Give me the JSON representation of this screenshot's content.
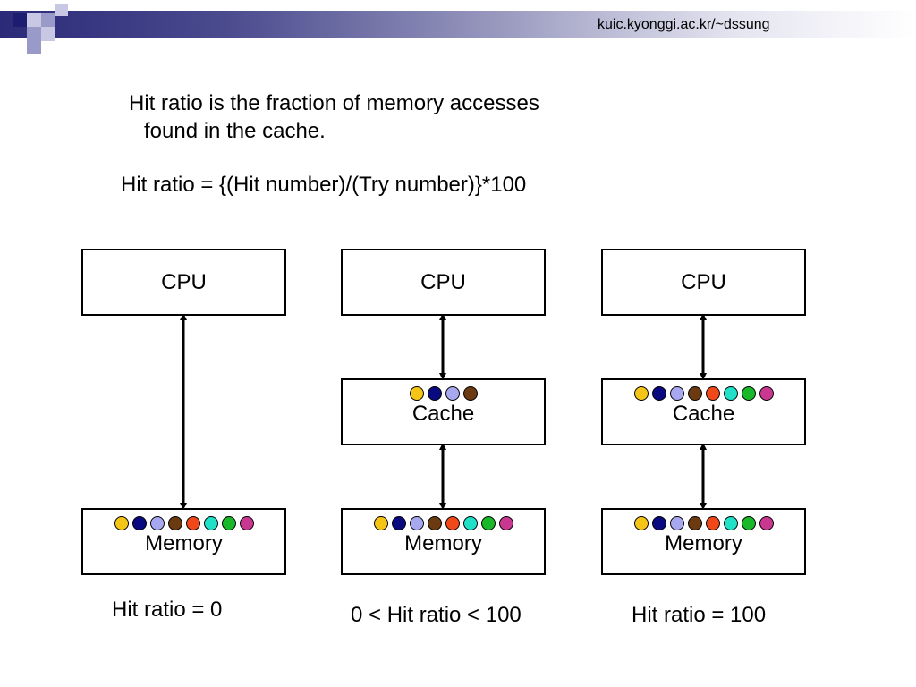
{
  "header": {
    "url": "kuic.kyonggi.ac.kr/~dssung"
  },
  "definition": {
    "line1": "Hit ratio is the fraction of memory accesses",
    "line2": "found in the cache."
  },
  "formula": "Hit ratio = {(Hit number)/(Try number)}*100",
  "colors": {
    "yellow": "#f5c516",
    "navy": "#0a0a80",
    "lavender": "#a8a8f0",
    "brown": "#6b3a10",
    "red": "#f04818",
    "cyan": "#20e0c8",
    "green": "#18b828",
    "magenta": "#c83890"
  },
  "diagrams": [
    {
      "cpu_label": "CPU",
      "cache": null,
      "memory": {
        "label": "Memory",
        "dots": [
          "yellow",
          "navy",
          "lavender",
          "brown",
          "red",
          "cyan",
          "green",
          "magenta"
        ]
      },
      "caption": "Hit ratio = 0"
    },
    {
      "cpu_label": "CPU",
      "cache": {
        "label": "Cache",
        "dots": [
          "yellow",
          "navy",
          "lavender",
          "brown"
        ]
      },
      "memory": {
        "label": "Memory",
        "dots": [
          "yellow",
          "navy",
          "lavender",
          "brown",
          "red",
          "cyan",
          "green",
          "magenta"
        ]
      },
      "caption": "0 < Hit ratio < 100"
    },
    {
      "cpu_label": "CPU",
      "cache": {
        "label": "Cache",
        "dots": [
          "yellow",
          "navy",
          "lavender",
          "brown",
          "red",
          "cyan",
          "green",
          "magenta"
        ]
      },
      "memory": {
        "label": "Memory",
        "dots": [
          "yellow",
          "navy",
          "lavender",
          "brown",
          "red",
          "cyan",
          "green",
          "magenta"
        ]
      },
      "caption": "Hit ratio = 100"
    }
  ]
}
